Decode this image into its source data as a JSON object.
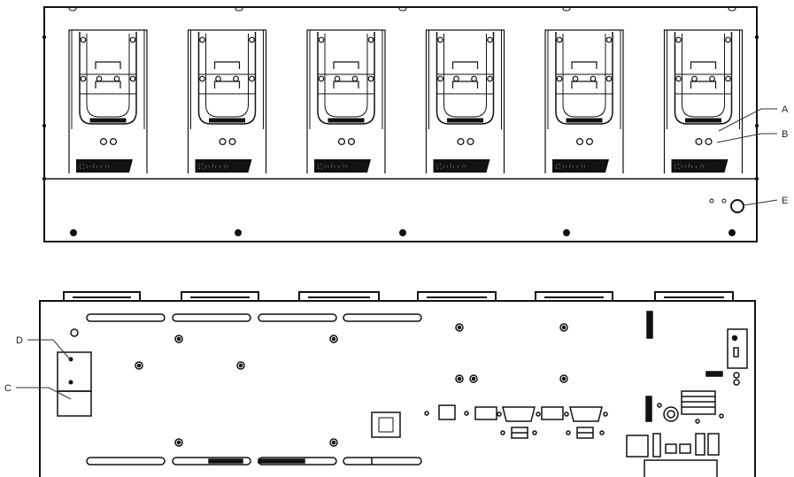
{
  "brand_label": "WoTech",
  "callouts": {
    "a": "A",
    "b": "B",
    "c": "C",
    "d": "D",
    "e": "E"
  },
  "front_view": {
    "slot_count": 6
  }
}
